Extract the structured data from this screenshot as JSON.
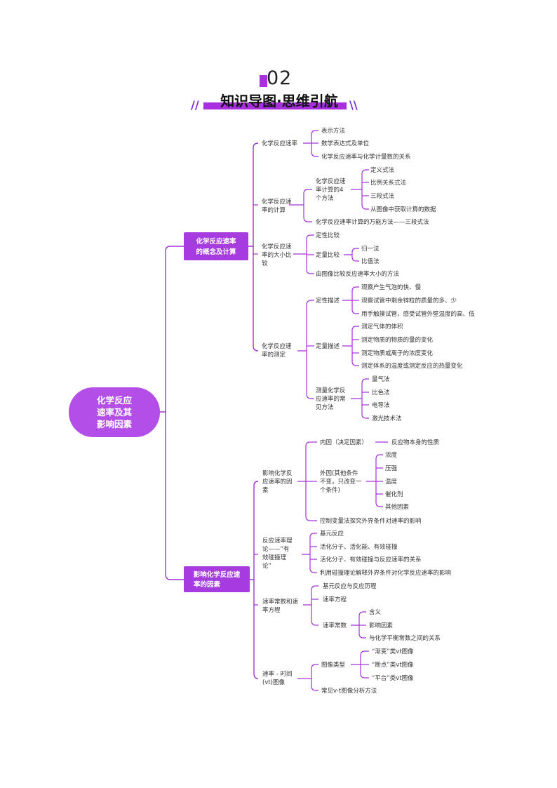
{
  "header": {
    "section_number": "02",
    "title": "知识导图·思维引航",
    "deco_left": "//",
    "deco_right": "\\\\"
  },
  "colors": {
    "accent": "#a430d8",
    "root_fill": "#b44ee8",
    "box_fill": "#a63bdf"
  },
  "mindmap": {
    "root": "化学反应速率及其影响因素",
    "branch1": {
      "label": "化学反应速率的概念及计算",
      "n1": {
        "label": "化学反应速率",
        "items": [
          "表示方法",
          "数学表达式及单位",
          "化学反应速率与化学计量数的关系"
        ]
      },
      "n2": {
        "label": "化学反应速率的计算",
        "sub1": {
          "label": "化学反应速率计算的4个方法",
          "items": [
            "定义式法",
            "比例关系式法",
            "三段式法",
            "从图像中获取计算的数据"
          ]
        },
        "item2": "化学反应速率计算的万能方法——三段式法"
      },
      "n3": {
        "label": "化学反应速率的大小比较",
        "item1": "定性比较",
        "sub2": {
          "label": "定量比较",
          "items": [
            "归一法",
            "比值法"
          ]
        },
        "item3": "由图像比较反应速率大小的方法"
      },
      "n4": {
        "label": "化学反应速率的测定",
        "sub1": {
          "label": "定性描述",
          "items": [
            "观察产生气泡的快、慢",
            "观察试管中剩余锌粒的质量的多、少",
            "用手触摸试管，感受试管外壁温度的高、低"
          ]
        },
        "sub2": {
          "label": "定量描述",
          "items": [
            "测定气体的体积",
            "测定物质的物质的量的变化",
            "测定物质或离子的浓度变化",
            "测定体系的温度或测定反应的热量变化"
          ]
        },
        "sub3": {
          "label": "测量化学反应速率的常见方法",
          "items": [
            "量气法",
            "比色法",
            "电导法",
            "激光技术法"
          ]
        }
      }
    },
    "branch2": {
      "label": "影响化学反应速率的因素",
      "n1": {
        "label": "影响化学反应速率的因素",
        "sub1": {
          "label": "内因（决定因素）",
          "item": "反应物本身的性质"
        },
        "sub2": {
          "label": "外因(其他条件不变，只改变一个条件)",
          "items": [
            "浓度",
            "压强",
            "温度",
            "催化剂",
            "其他因素"
          ]
        },
        "item3": "控制变量法探究外界条件对速率的影响"
      },
      "n2": {
        "label": "反应速率理论——“有效碰撞理论”",
        "items": [
          "基元反应",
          "活化分子、活化能、有效碰撞",
          "活化分子、有效碰撞与反应速率的关系",
          "利用碰撞理论解释外界条件对化学反应速率的影响"
        ]
      },
      "n3": {
        "label": "速率常数和速率方程",
        "item1": "基元反应与反应历程",
        "item2": "速率方程",
        "sub3": {
          "label": "速率常数",
          "items": [
            "含义",
            "影响因素",
            "与化学平衡常数之间的关系"
          ]
        }
      },
      "n4": {
        "label": "速率－时间(vt)图像",
        "sub1": {
          "label": "图像类型",
          "items": [
            "“渐变”类vt图像",
            "“断点”类vt图像",
            "“平台”类vt图像"
          ]
        },
        "item2": "常见v-t图像分析方法"
      }
    }
  }
}
